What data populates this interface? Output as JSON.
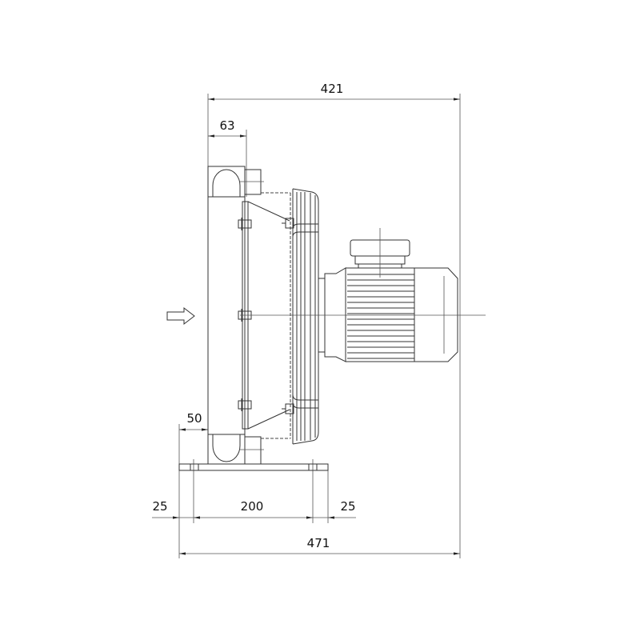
{
  "drawing": {
    "title": "Cooler side view dimension drawing",
    "dimensions": {
      "overall_top": "421",
      "inlet_offset": "63",
      "radiator_offset": "50",
      "foot_left": "25",
      "foot_span": "200",
      "foot_right": "25",
      "overall_bottom": "471"
    },
    "line_color": "#333333"
  }
}
